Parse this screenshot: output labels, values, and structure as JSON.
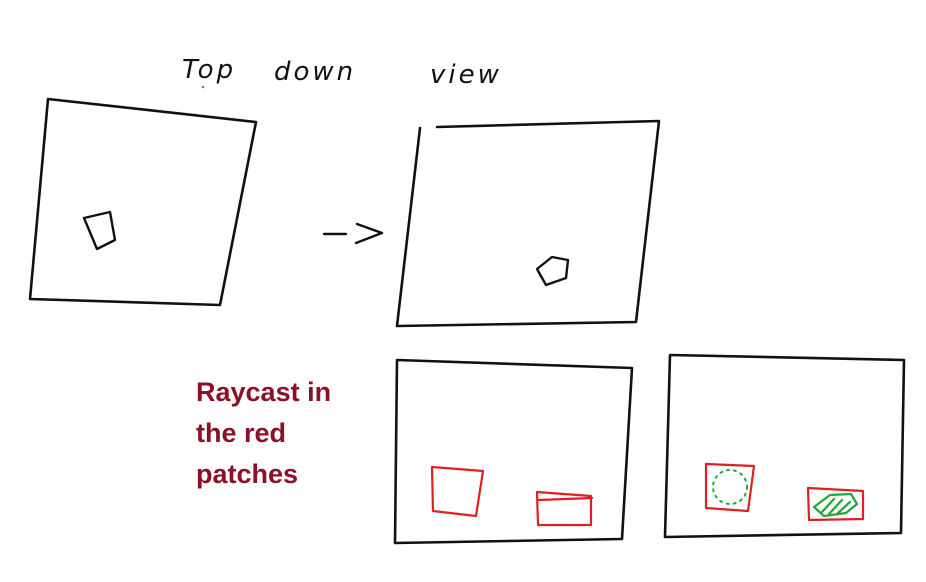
{
  "labels": {
    "title_words": [
      "Top",
      "down",
      "view"
    ],
    "arrow": "->"
  },
  "note": {
    "lines": [
      "Raycast in",
      "the red",
      "patches"
    ]
  },
  "colors": {
    "ink": "#111111",
    "patch": "#e02020",
    "hit": "#22a83a",
    "note": "#8a1127"
  },
  "panels": [
    "before-frame",
    "after-frame",
    "raycast-frame-empty",
    "raycast-frame-hits"
  ]
}
